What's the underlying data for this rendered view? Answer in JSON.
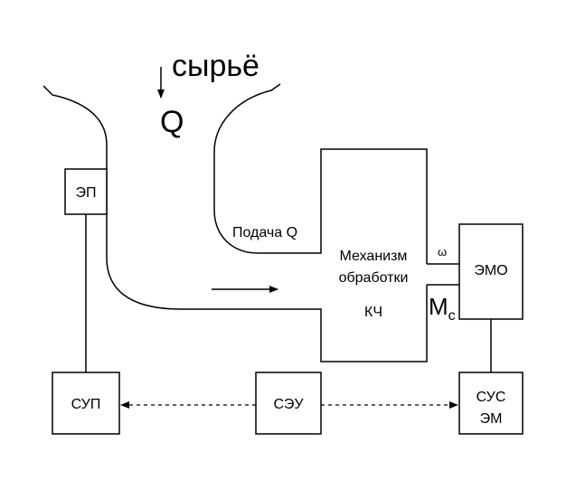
{
  "labels": {
    "raw_material": "сырьё",
    "flow_q": "Q",
    "feed": "Подача Q",
    "mechanism_line1": "Механизм",
    "mechanism_line2": "обработки",
    "mechanism_kch": "КЧ",
    "omega": "ω",
    "torque_m": "M",
    "torque_sub": "c"
  },
  "blocks": {
    "ep": "ЭП",
    "emo": "ЭМО",
    "sup": "СУП",
    "seu": "СЭУ",
    "sus_line1": "СУС",
    "sus_line2": "ЭМ"
  }
}
